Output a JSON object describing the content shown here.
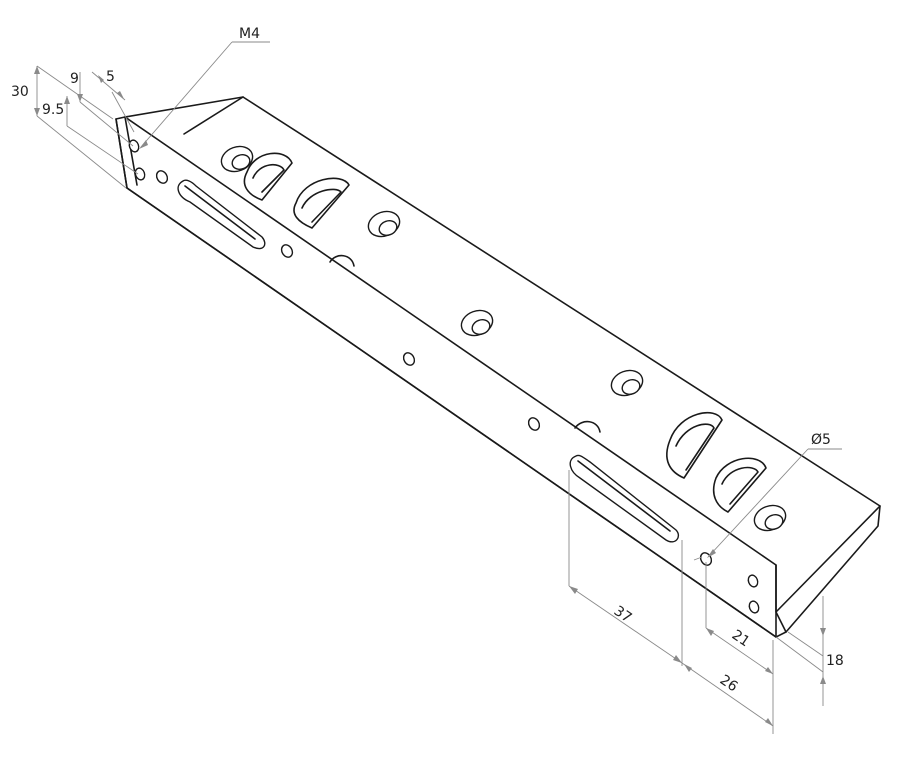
{
  "drawing": {
    "dimensions": {
      "thread": "M4",
      "height_total": "30",
      "hole_offset_top": "9",
      "hole_edge": "5",
      "hole_spacing": "9.5",
      "hole_diameter": "Ø5",
      "slot_length": "37",
      "hole_offset_end": "21",
      "slot_to_end": "26",
      "bottom_height": "18"
    }
  }
}
